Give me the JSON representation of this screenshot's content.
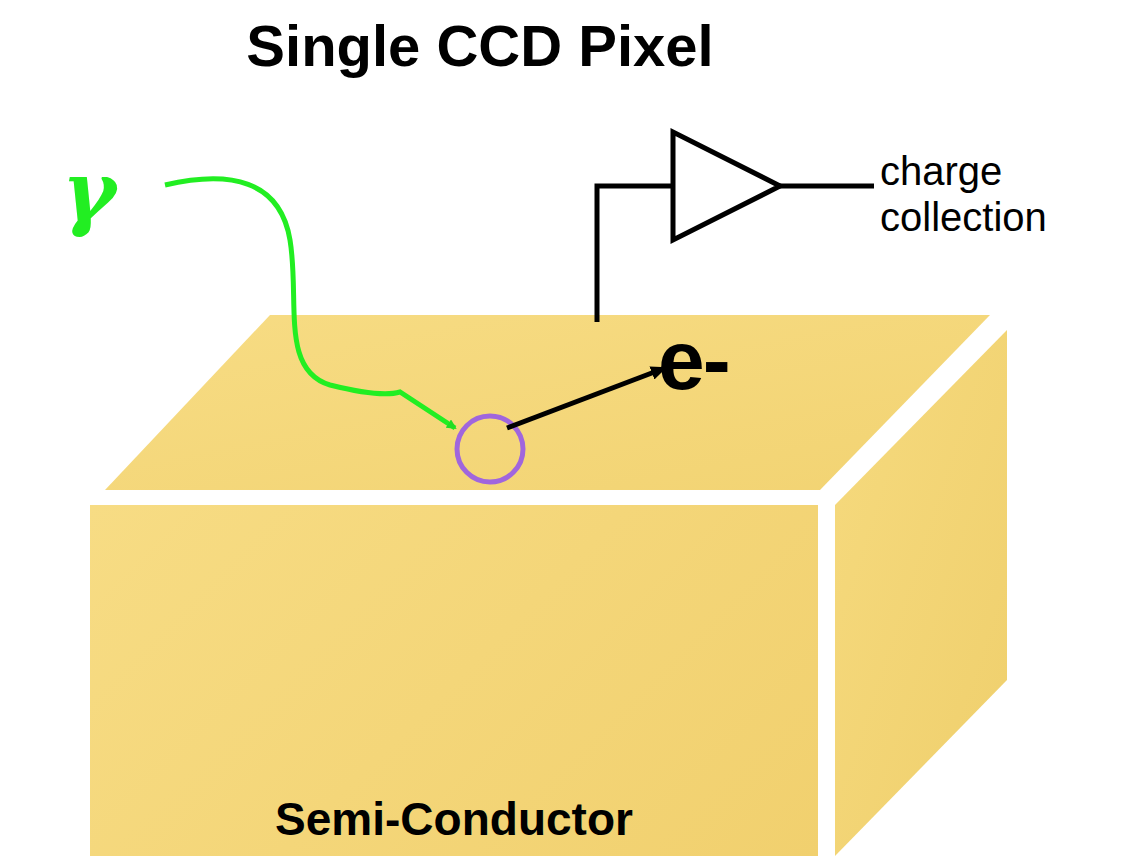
{
  "diagram": {
    "title": "Single CCD Pixel",
    "nodes": [
      {
        "text": [
          "Semi-Conductor"
        ]
      }
    ],
    "labels": [
      "γ",
      "e-",
      "charge collection"
    ]
  }
}
